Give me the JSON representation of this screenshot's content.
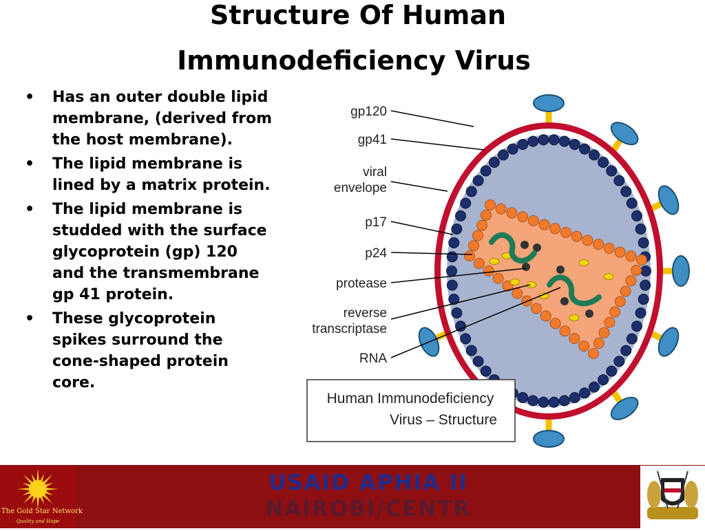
{
  "slide": {
    "title_line1": "Structure Of Human",
    "title_line2": "Immunodeficiency Virus"
  },
  "bullets": [
    "Has an outer double lipid membrane, (derived from the host membrane).",
    "The lipid membrane is lined by a matrix protein.",
    "The lipid membrane is studded with the surface glycoprotein (gp) 120 and the transmembrane gp 41 protein.",
    "These glycoprotein spikes surround the cone-shaped protein core."
  ],
  "bullet_symbol": "•",
  "diagram": {
    "labels": {
      "gp120": "gp120",
      "gp41": "gp41",
      "viral": "viral",
      "envelope": "envelope",
      "p17": "p17",
      "p24": "p24",
      "protease": "protease",
      "reverse": "reverse",
      "transcriptase": "transcriptase",
      "rna": "RNA"
    },
    "caption_line1": "Human Immunodeficiency",
    "caption_line2": "Virus – Structure",
    "colors": {
      "envelope": "#c0102e",
      "matrix_bead": "#1d2f6b",
      "interior": "#a7b3cf",
      "core": "#f4a57a",
      "core_bead": "#f07a2c",
      "spike_head": "#3f8fc4",
      "spike_stalk": "#f2c200",
      "rna": "#1f7a55"
    }
  },
  "footer": {
    "line1": "USAID APHIA II",
    "line2": "NAIROBI/CENTR",
    "logo_left_name": "The Gold Star Network",
    "logo_left_tag": "Quality and Hope",
    "background": "#8e0f12"
  }
}
